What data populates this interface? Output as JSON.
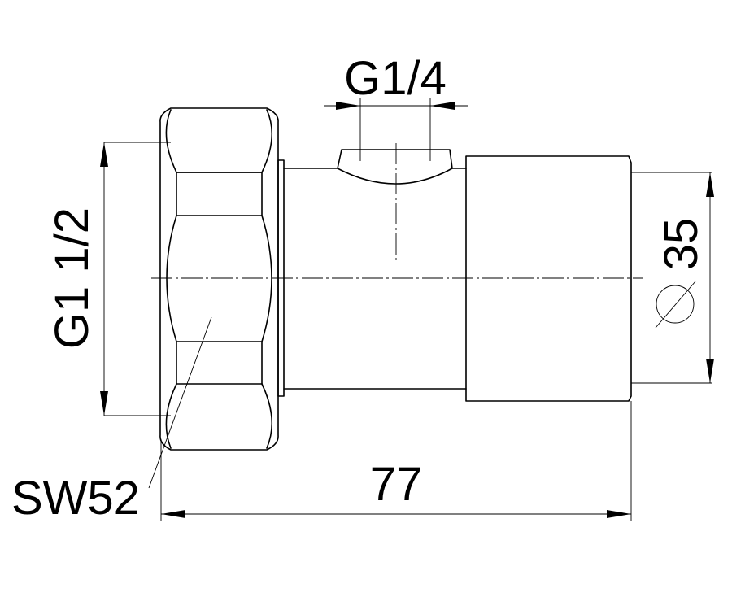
{
  "dimensions": {
    "top_thread": "G1/4",
    "left_thread": "G1 1/2",
    "wrench_size": "SW52",
    "overall_length": "77",
    "outer_diameter": "35"
  }
}
